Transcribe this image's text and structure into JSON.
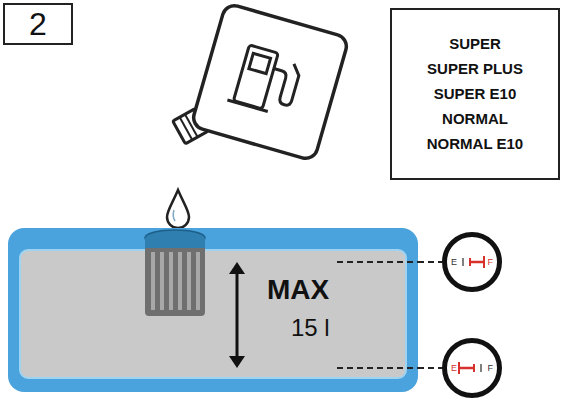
{
  "diagram": {
    "nodes": [
      {
        "text": [
          "2"
        ]
      },
      {
        "text": [
          "SUPER",
          "SUPER PLUS",
          "SUPER E10",
          "NORMAL",
          "NORMAL E10"
        ]
      },
      {
        "text": [
          "MAX",
          "15 l"
        ]
      },
      {
        "text": [
          "E",
          "F"
        ]
      },
      {
        "text": [
          "E",
          "F"
        ]
      }
    ],
    "edges": [
      {
        "from": 2,
        "to": 3,
        "arrow": "none"
      },
      {
        "from": 2,
        "to": 4,
        "arrow": "none"
      }
    ]
  }
}
